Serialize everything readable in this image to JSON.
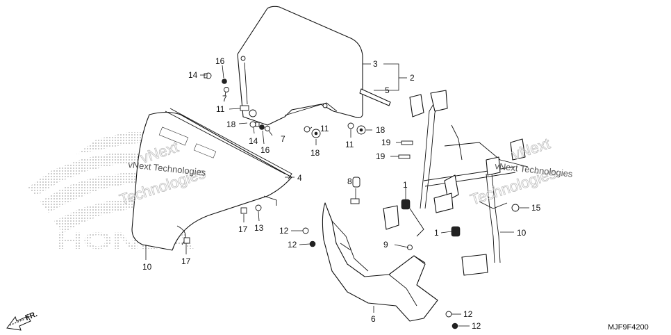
{
  "diagram": {
    "code": "MJF9F4200",
    "front_marker": "FR.",
    "brand_watermark": "HONDA",
    "watermark_text": "vNext Technologies",
    "callouts": [
      {
        "id": "c1a",
        "label": "1"
      },
      {
        "id": "c1b",
        "label": "1"
      },
      {
        "id": "c2",
        "label": "2"
      },
      {
        "id": "c3",
        "label": "3"
      },
      {
        "id": "c4",
        "label": "4"
      },
      {
        "id": "c5",
        "label": "5"
      },
      {
        "id": "c6",
        "label": "6"
      },
      {
        "id": "c7a",
        "label": "7"
      },
      {
        "id": "c7b",
        "label": "7"
      },
      {
        "id": "c8",
        "label": "8"
      },
      {
        "id": "c9",
        "label": "9"
      },
      {
        "id": "c10a",
        "label": "10"
      },
      {
        "id": "c10b",
        "label": "10"
      },
      {
        "id": "c11a",
        "label": "11"
      },
      {
        "id": "c11b",
        "label": "11"
      },
      {
        "id": "c11c",
        "label": "11"
      },
      {
        "id": "c12a",
        "label": "12"
      },
      {
        "id": "c12b",
        "label": "12"
      },
      {
        "id": "c12c",
        "label": "12"
      },
      {
        "id": "c12d",
        "label": "12"
      },
      {
        "id": "c13",
        "label": "13"
      },
      {
        "id": "c14a",
        "label": "14"
      },
      {
        "id": "c14b",
        "label": "14"
      },
      {
        "id": "c15",
        "label": "15"
      },
      {
        "id": "c16a",
        "label": "16"
      },
      {
        "id": "c16b",
        "label": "16"
      },
      {
        "id": "c17a",
        "label": "17"
      },
      {
        "id": "c17b",
        "label": "17"
      },
      {
        "id": "c18a",
        "label": "18"
      },
      {
        "id": "c18b",
        "label": "18"
      },
      {
        "id": "c18c",
        "label": "18"
      },
      {
        "id": "c19a",
        "label": "19"
      },
      {
        "id": "c19b",
        "label": "19"
      }
    ]
  }
}
